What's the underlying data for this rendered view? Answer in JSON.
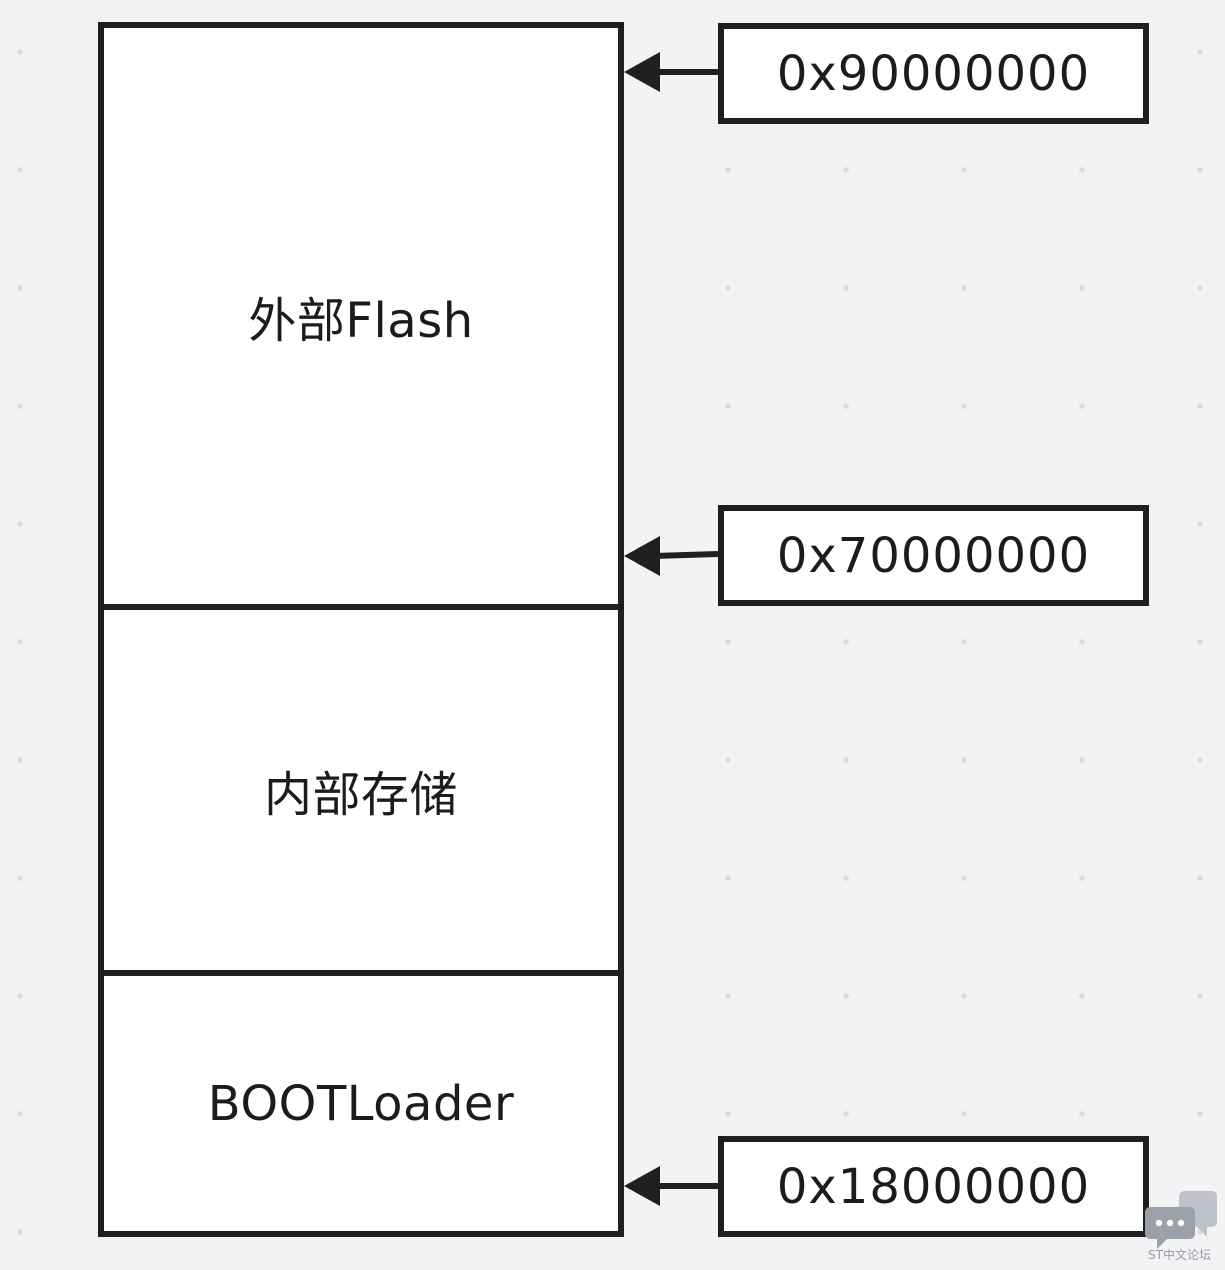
{
  "diagram": {
    "blocks": [
      {
        "label": "外部Flash"
      },
      {
        "label": "内部存储"
      },
      {
        "label": "BOOTLoader"
      }
    ],
    "addresses": [
      {
        "label": "0x90000000"
      },
      {
        "label": "0x70000000"
      },
      {
        "label": "0x18000000"
      }
    ],
    "colors": {
      "stroke": "#1f1f1f",
      "fill": "#ffffff",
      "background": "#f3f3f5"
    }
  },
  "watermark": {
    "text": "ST中文论坛",
    "icon": "chat-bubbles-icon"
  }
}
